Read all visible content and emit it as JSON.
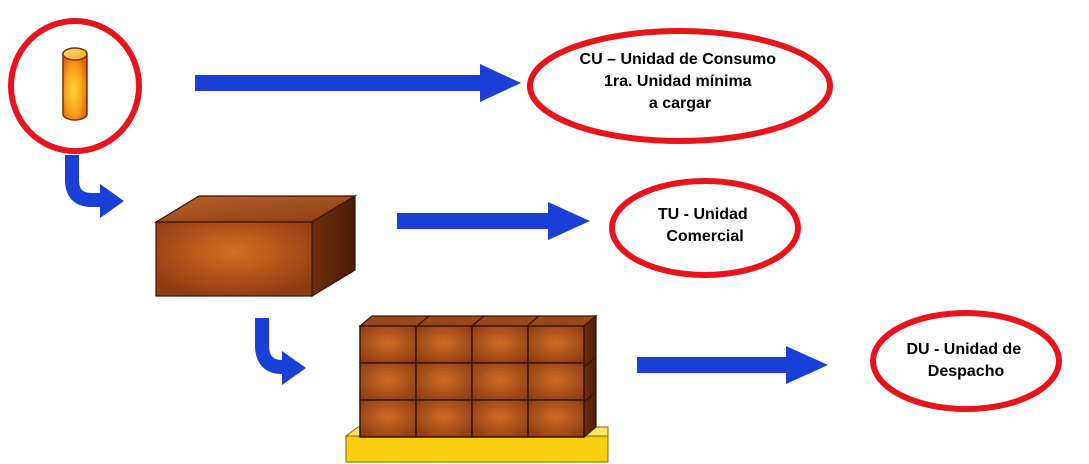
{
  "diagram": {
    "nodes": [
      {
        "id": "cu",
        "shape": "cylinder",
        "label_lines": [
          "CU – Unidad de Consumo",
          "1ra. Unidad mínima",
          "a cargar"
        ]
      },
      {
        "id": "tu",
        "shape": "box",
        "label_lines": [
          "TU - Unidad",
          "Comercial"
        ]
      },
      {
        "id": "du",
        "shape": "pallet",
        "label_lines": [
          "DU - Unidad de",
          "Despacho"
        ]
      }
    ],
    "edges": [
      {
        "from": "cu",
        "to": "cu-label",
        "type": "straight-arrow"
      },
      {
        "from": "tu",
        "to": "tu-label",
        "type": "straight-arrow"
      },
      {
        "from": "du",
        "to": "du-label",
        "type": "straight-arrow"
      },
      {
        "from": "cu",
        "to": "tu",
        "type": "curved-arrow"
      },
      {
        "from": "tu",
        "to": "du",
        "type": "curved-arrow"
      }
    ],
    "colors": {
      "arrow": "#1a3fd6",
      "ellipse_stroke": "#e8131b",
      "cylinder_fill": "#f9b21a",
      "box_fill": "#b85d1c",
      "pallet_fill": "#f7cf0c"
    }
  }
}
